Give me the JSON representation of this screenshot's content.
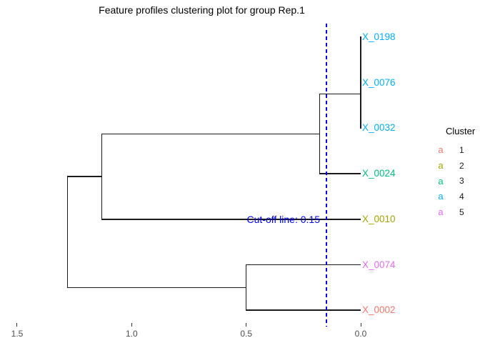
{
  "chart_data": {
    "type": "dendrogram",
    "orientation": "horizontal",
    "title": "Feature profiles clustering plot for group Rep.1",
    "line_color": "#1A1A1A",
    "leaves": [
      {
        "label": "X_0198",
        "cluster": 4,
        "color": "#00B0F6"
      },
      {
        "label": "X_0076",
        "cluster": 4,
        "color": "#00B0F6"
      },
      {
        "label": "X_0032",
        "cluster": 4,
        "color": "#00B0F6"
      },
      {
        "label": "X_0024",
        "cluster": 3,
        "color": "#00BF7D"
      },
      {
        "label": "X_0010",
        "cluster": 2,
        "color": "#A3A500"
      },
      {
        "label": "X_0074",
        "cluster": 5,
        "color": "#E76BF3"
      },
      {
        "label": "X_0002",
        "cluster": 1,
        "color": "#F8766D"
      }
    ],
    "merges": [
      {
        "id": "M1",
        "children": [
          "L0",
          "L1"
        ],
        "height": 0
      },
      {
        "id": "M2",
        "children": [
          "M1",
          "L2"
        ],
        "height": 0
      },
      {
        "id": "M3",
        "children": [
          "M2",
          "L3"
        ],
        "height": 0.18
      },
      {
        "id": "M4",
        "children": [
          "M3",
          "L4"
        ],
        "height": 1.13
      },
      {
        "id": "M5",
        "children": [
          "L5",
          "L6"
        ],
        "height": 0.5
      },
      {
        "id": "M6",
        "children": [
          "M4",
          "M5"
        ],
        "height": 1.28
      }
    ],
    "cut_off": {
      "value": 0.15,
      "label": "Cut-off line: 0.15",
      "color": "#0000FF"
    },
    "axis": {
      "tick_values": [
        1.5,
        1.0,
        0.5,
        0.0
      ],
      "range": [
        1.5,
        0.0
      ],
      "reversed": true,
      "label_color": "#4D4D4D",
      "tick_color": "#333333"
    },
    "legend": {
      "title": "Cluster",
      "key_glyph": "a",
      "entries": [
        {
          "label": "1",
          "color": "#F8766D"
        },
        {
          "label": "2",
          "color": "#A3A500"
        },
        {
          "label": "3",
          "color": "#00BF7D"
        },
        {
          "label": "4",
          "color": "#00B0F6"
        },
        {
          "label": "5",
          "color": "#E76BF3"
        }
      ]
    }
  }
}
